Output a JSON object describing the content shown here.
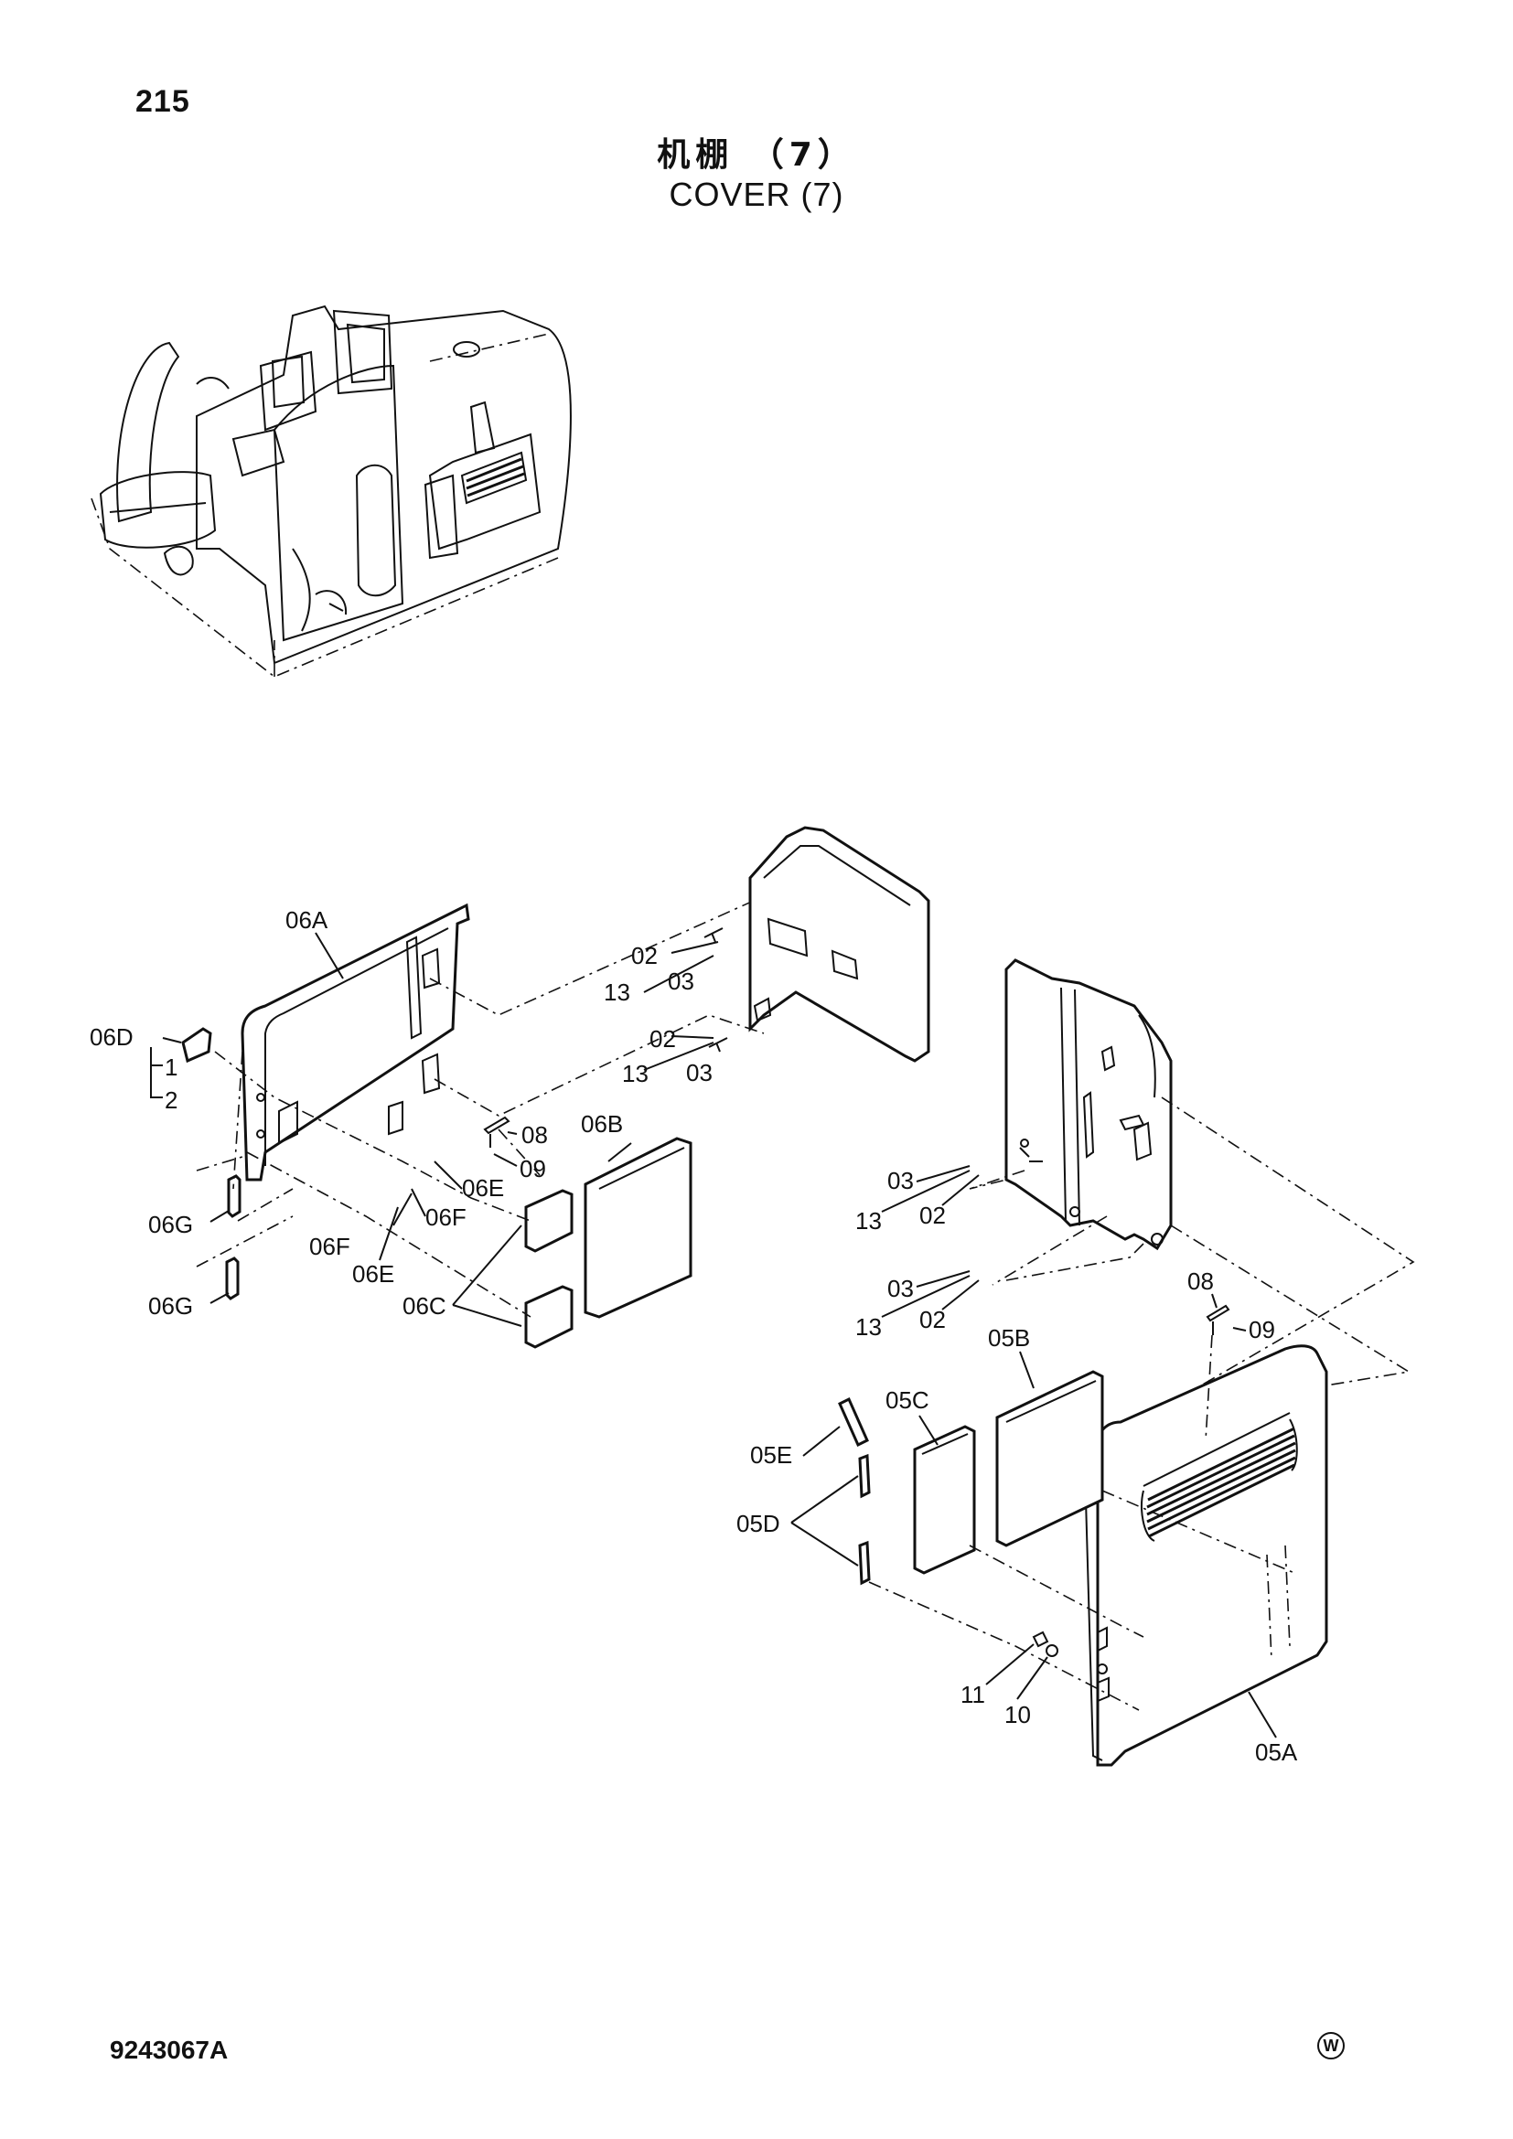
{
  "header": {
    "page_number": "215",
    "title_cn": "机棚 （7）",
    "title_en": "COVER (7)"
  },
  "footer": {
    "document_number": "9243067A",
    "mark": "W"
  },
  "callouts": {
    "c06A": "06A",
    "c06D": "06D",
    "c1": "1",
    "c2": "2",
    "c02a": "02",
    "c13a": "13",
    "c03a": "03",
    "c02b": "02",
    "c13b": "13",
    "c03b": "03",
    "c08a": "08",
    "c09a": "09",
    "c06B": "06B",
    "c06E_a": "06E",
    "c06F_a": "06F",
    "c06F_b": "06F",
    "c06E_b": "06E",
    "c06G_a": "06G",
    "c06G_b": "06G",
    "c06C": "06C",
    "c03c": "03",
    "c13c": "13",
    "c02c": "02",
    "c03d": "03",
    "c13d": "13",
    "c02d": "02",
    "c08b": "08",
    "c09b": "09",
    "c05B": "05B",
    "c05C": "05C",
    "c05E": "05E",
    "c05D": "05D",
    "c11": "11",
    "c10": "10",
    "c05A": "05A"
  }
}
